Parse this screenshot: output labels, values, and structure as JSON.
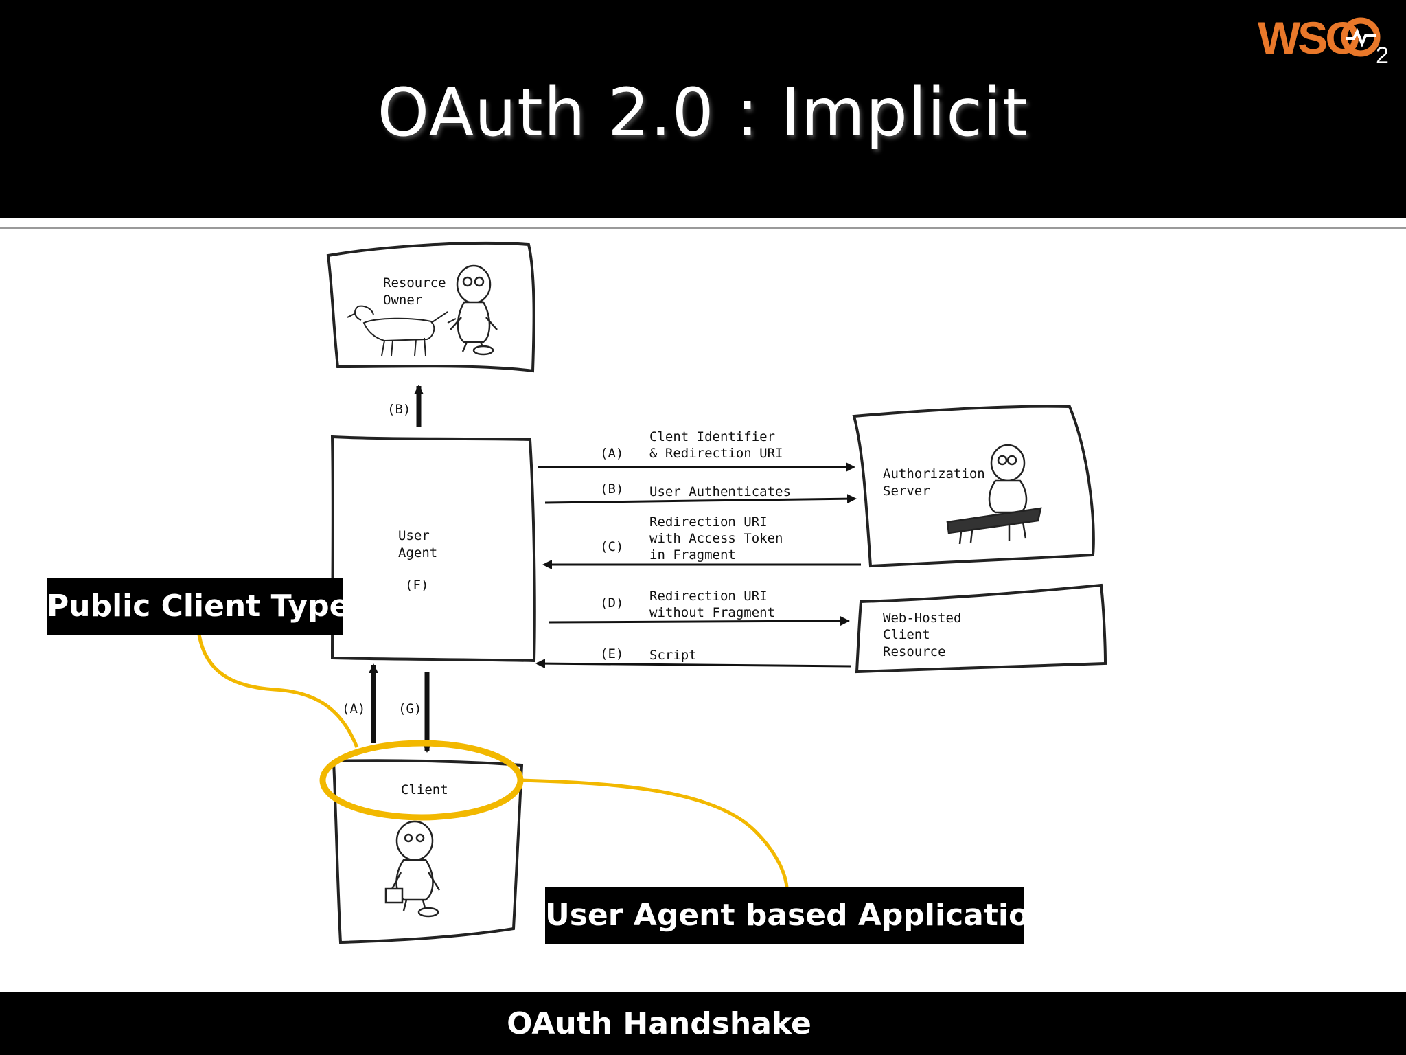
{
  "slide": {
    "title": "OAuth 2.0 : Implicit",
    "footer": "OAuth Handshake",
    "logo_text": "WSO",
    "logo_subscript": "2",
    "brand_color": "#e9782a",
    "highlight_color": "#f2b800"
  },
  "diagram": {
    "resource_owner": {
      "line1": "Resource",
      "line2": "Owner"
    },
    "user_agent": {
      "line1": "User",
      "line2": "Agent",
      "step": "(F)"
    },
    "authorization_server": {
      "line1": "Authorization",
      "line2": "Server"
    },
    "web_hosted": {
      "line1": "Web-Hosted",
      "line2": "Client",
      "line3": "Resource"
    },
    "client": {
      "label": "Client"
    },
    "steps": {
      "b_up": "(B)",
      "a_to_as": {
        "step": "(A)",
        "line1": "Clent Identifier",
        "line2": "& Redirection URI"
      },
      "b_auth": {
        "step": "(B)",
        "label": "User Authenticates"
      },
      "c_back": {
        "step": "(C)",
        "line1": "Redirection URI",
        "line2": "with Access Token",
        "line3": "in Fragment"
      },
      "d_to_web": {
        "step": "(D)",
        "line1": "Redirection URI",
        "line2": "without Fragment"
      },
      "e_script": {
        "step": "(E)",
        "label": "Script"
      },
      "a_client": "(A)",
      "g_client": "(G)"
    }
  },
  "callouts": {
    "public_client": "Public Client Type",
    "user_agent_app": "User Agent based Application"
  }
}
